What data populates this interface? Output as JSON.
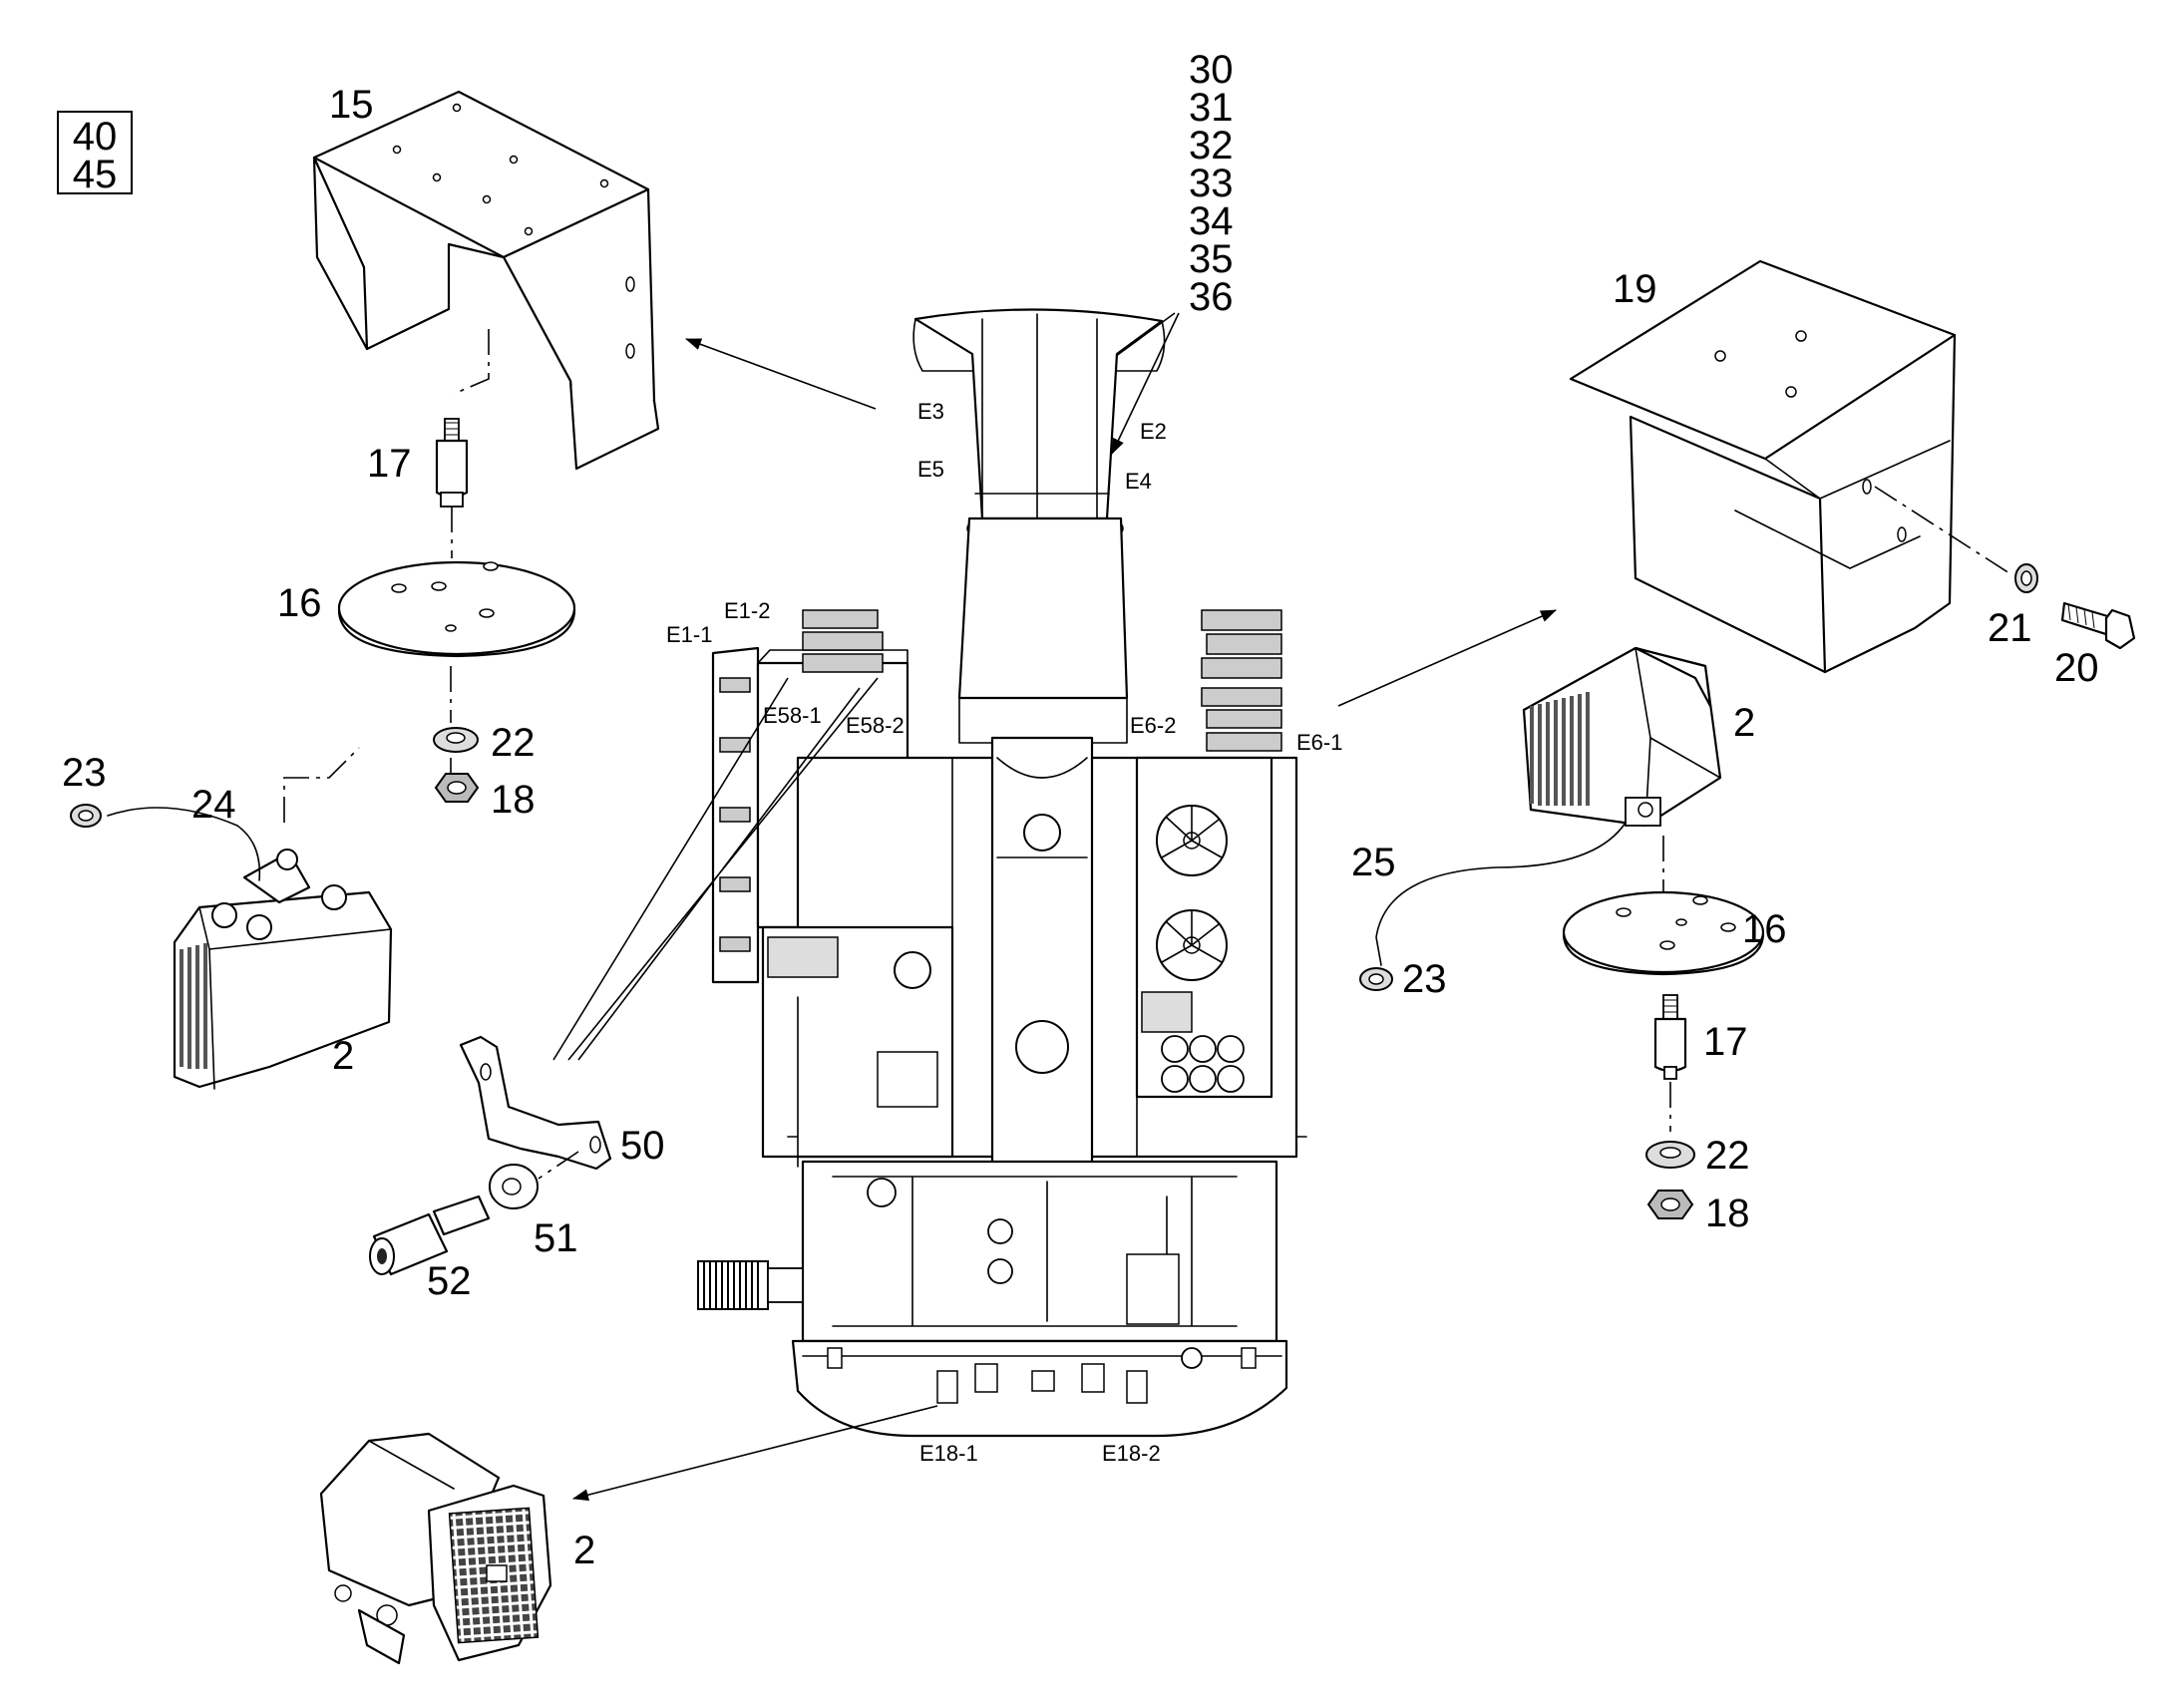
{
  "page_ref": {
    "line1": "40",
    "line2": "45"
  },
  "callouts": {
    "p15": "15",
    "p17a": "17",
    "p16a": "16",
    "p22a": "22",
    "p18a": "18",
    "p23a": "23",
    "p24": "24",
    "p2a": "2",
    "p30": "30",
    "p31": "31",
    "p32": "32",
    "p33": "33",
    "p34": "34",
    "p35": "35",
    "p36": "36",
    "p19": "19",
    "p21": "21",
    "p20": "20",
    "p2b": "2",
    "p25": "25",
    "p16b": "16",
    "p23b": "23",
    "p17b": "17",
    "p22b": "22",
    "p18b": "18",
    "p50": "50",
    "p51": "51",
    "p52": "52",
    "p2c": "2"
  },
  "ref_labels": {
    "e3": "E3",
    "e5": "E5",
    "e2": "E2",
    "e4": "E4",
    "e1_1": "E1-1",
    "e1_2": "E1-2",
    "e58_1": "E58-1",
    "e58_2": "E58-2",
    "e6_2": "E6-2",
    "e6_1": "E6-1",
    "e18_1": "E18-1",
    "e18_2": "E18-2"
  },
  "icons": [
    "bracket-15",
    "bracket-19",
    "work-light",
    "mount-plate",
    "rubber-mount",
    "washer",
    "nut",
    "bolt",
    "clip-50",
    "machine-body"
  ]
}
